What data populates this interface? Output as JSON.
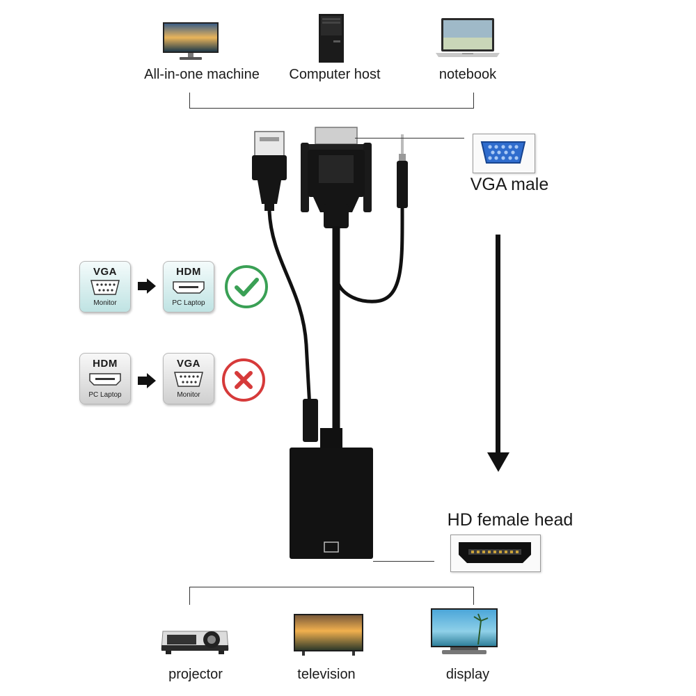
{
  "top_devices": [
    {
      "icon": "monitor-icon",
      "label": "All-in-one machine"
    },
    {
      "icon": "computer-tower-icon",
      "label": "Computer host"
    },
    {
      "icon": "laptop-icon",
      "label": "notebook"
    }
  ],
  "vga_male": {
    "label": "VGA male",
    "icon": "vga-port-icon"
  },
  "hd_female": {
    "label": "HD female head",
    "icon": "hdmi-port-icon"
  },
  "compatibility": [
    {
      "from": {
        "title": "VGA",
        "subtitle": "Monitor"
      },
      "to": {
        "title": "HDM",
        "subtitle": "PC Laptop"
      },
      "result": "check-icon"
    },
    {
      "from": {
        "title": "HDM",
        "subtitle": "PC Laptop"
      },
      "to": {
        "title": "VGA",
        "subtitle": "Monitor"
      },
      "result": "cross-icon"
    }
  ],
  "bottom_devices": [
    {
      "icon": "projector-icon",
      "label": "projector"
    },
    {
      "icon": "television-icon",
      "label": "television"
    },
    {
      "icon": "display-icon",
      "label": "display"
    }
  ],
  "colors": {
    "check": "#3aa055",
    "cross": "#d63a3a",
    "vga_blue": "#2f6ccd",
    "cable": "#111111"
  }
}
